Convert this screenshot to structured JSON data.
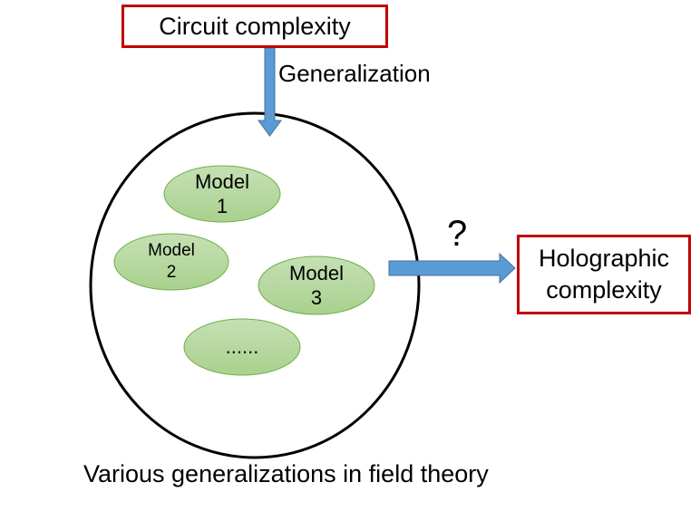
{
  "top_box": {
    "label": "Circuit complexity"
  },
  "arrow_down_label": "Generalization",
  "models": [
    {
      "line1": "Model",
      "line2": "1"
    },
    {
      "line1": "Model",
      "line2": "2"
    },
    {
      "line1": "Model",
      "line2": "3"
    },
    {
      "line1": "......",
      "line2": ""
    }
  ],
  "question_mark": "?",
  "right_box": {
    "line1": "Holographic",
    "line2": "complexity"
  },
  "caption": "Various generalizations in field theory",
  "colors": {
    "box_border": "#c00000",
    "arrow_fill": "#5b9bd5",
    "arrow_stroke": "#41719c",
    "ellipse_fill": "#a9d18e",
    "ellipse_stroke": "#70ad47"
  }
}
